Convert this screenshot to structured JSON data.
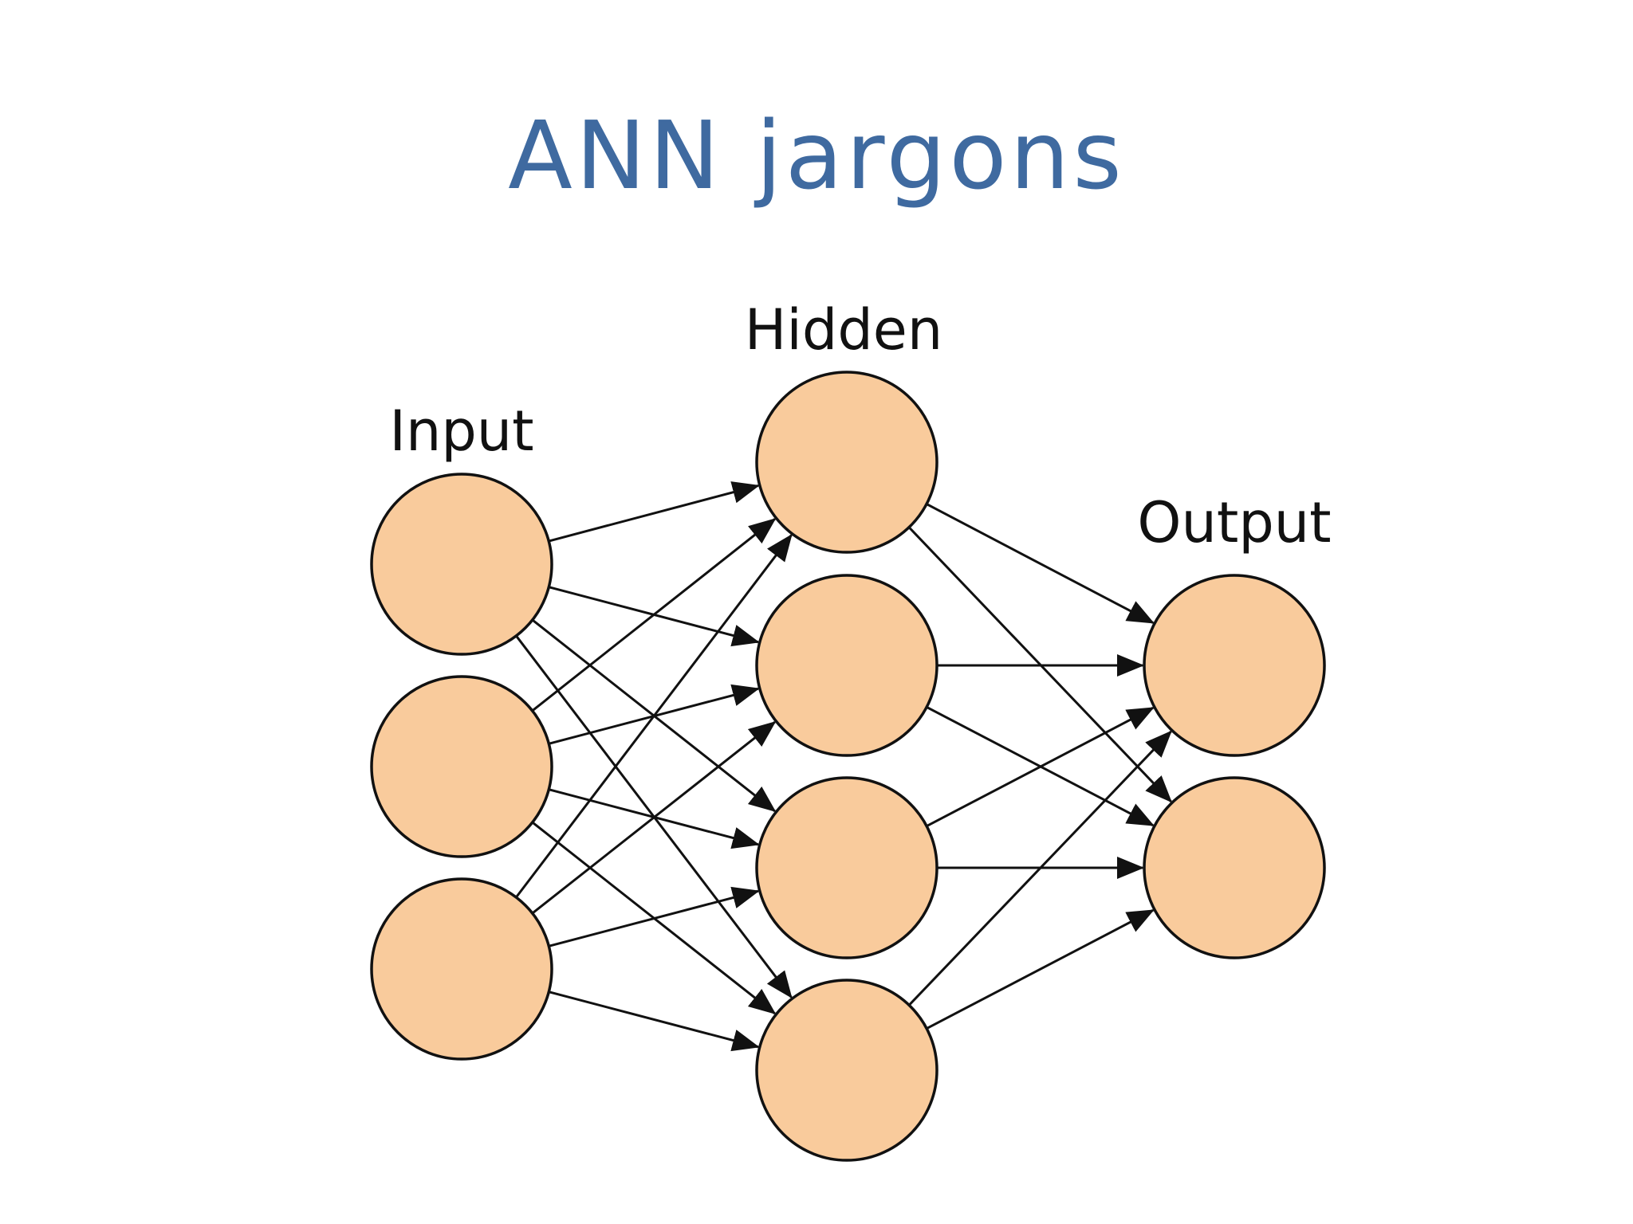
{
  "title": "ANN jargons",
  "colors": {
    "title": "#3f6aa0",
    "neuron_fill": "#f9cb9c",
    "line": "#111111"
  },
  "network": {
    "layers": [
      {
        "id": "input",
        "label": "Input",
        "units": 3
      },
      {
        "id": "hidden",
        "label": "Hidden",
        "units": 4
      },
      {
        "id": "output",
        "label": "Output",
        "units": 2
      }
    ],
    "connectivity": "fully-connected",
    "direction": "left-to-right"
  }
}
